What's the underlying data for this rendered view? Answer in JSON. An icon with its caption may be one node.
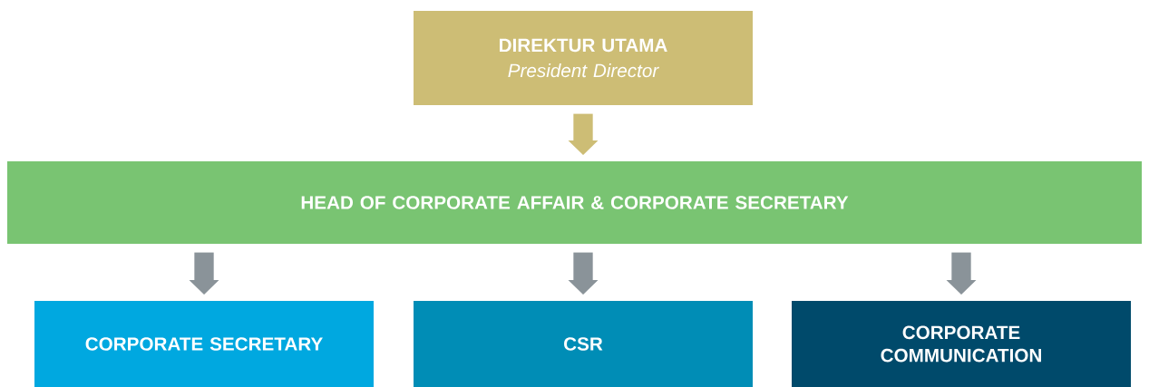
{
  "diagram": {
    "nodes": [
      {
        "text": [
          "DIREKTUR UTAMA",
          "President Director"
        ]
      },
      {
        "text": [
          "HEAD OF CORPORATE AFFAIR & CORPORATE SECRETARY"
        ]
      },
      {
        "text": [
          "CORPORATE SECRETARY"
        ]
      },
      {
        "text": [
          "CSR"
        ]
      },
      {
        "text": [
          "CORPORATE COMMUNICATION"
        ]
      }
    ],
    "edges": [
      {
        "from": 0,
        "to": 1,
        "arrow": "to",
        "color": "#cdbd75"
      },
      {
        "from": 1,
        "to": 2,
        "arrow": "to"
      },
      {
        "from": 1,
        "to": 3,
        "arrow": "to"
      },
      {
        "from": 1,
        "to": 4,
        "arrow": "to"
      }
    ]
  }
}
